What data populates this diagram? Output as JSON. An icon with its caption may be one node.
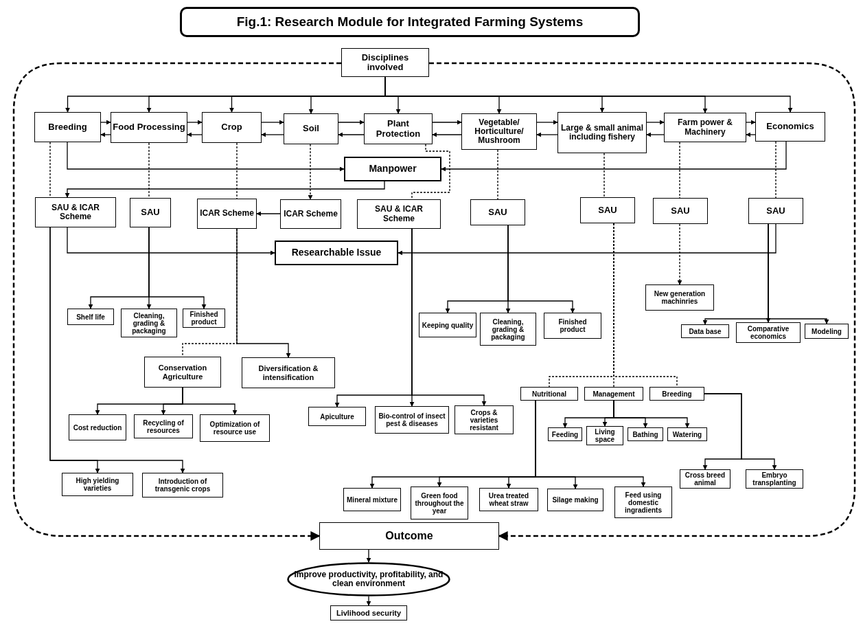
{
  "diagram": {
    "title": "Fig.1: Research Module for Integrated Farming Systems",
    "nodes": [
      {
        "text": [
          "Disciplines involved"
        ]
      },
      {
        "text": [
          "Breeding"
        ]
      },
      {
        "text": [
          "Food Processing"
        ]
      },
      {
        "text": [
          "Crop"
        ]
      },
      {
        "text": [
          "Soil"
        ]
      },
      {
        "text": [
          "Plant Protection"
        ]
      },
      {
        "text": [
          "Vegetable/ Horticulture/ Mushroom"
        ]
      },
      {
        "text": [
          "Large & small animal including fishery"
        ]
      },
      {
        "text": [
          "Farm power & Machinery"
        ]
      },
      {
        "text": [
          "Economics"
        ]
      },
      {
        "text": [
          "Manpower"
        ]
      },
      {
        "text": [
          "SAU & ICAR Scheme"
        ]
      },
      {
        "text": [
          "SAU"
        ]
      },
      {
        "text": [
          "ICAR Scheme"
        ]
      },
      {
        "text": [
          "ICAR Scheme"
        ]
      },
      {
        "text": [
          "SAU & ICAR Scheme"
        ]
      },
      {
        "text": [
          "SAU"
        ]
      },
      {
        "text": [
          "SAU"
        ]
      },
      {
        "text": [
          "SAU"
        ]
      },
      {
        "text": [
          "SAU"
        ]
      },
      {
        "text": [
          "Researchable Issue"
        ]
      },
      {
        "text": [
          "Shelf life"
        ]
      },
      {
        "text": [
          "Cleaning, grading & packaging"
        ]
      },
      {
        "text": [
          "Finished product"
        ]
      },
      {
        "text": [
          "Keeping quality"
        ]
      },
      {
        "text": [
          "Cleaning, grading & packaging"
        ]
      },
      {
        "text": [
          "Finished product"
        ]
      },
      {
        "text": [
          "New generation machinries"
        ]
      },
      {
        "text": [
          "Data base"
        ]
      },
      {
        "text": [
          "Comparative economics"
        ]
      },
      {
        "text": [
          "Modeling"
        ]
      },
      {
        "text": [
          "Conservation Agriculture"
        ]
      },
      {
        "text": [
          "Diversification & intensification"
        ]
      },
      {
        "text": [
          "Apiculture"
        ]
      },
      {
        "text": [
          "Bio-control of insect pest & diseases"
        ]
      },
      {
        "text": [
          "Crops & varieties resistant"
        ]
      },
      {
        "text": [
          "Nutritional"
        ]
      },
      {
        "text": [
          "Management"
        ]
      },
      {
        "text": [
          "Breeding"
        ]
      },
      {
        "text": [
          "Cost reduction"
        ]
      },
      {
        "text": [
          "Recycling of resources"
        ]
      },
      {
        "text": [
          "Optimization of resource use"
        ]
      },
      {
        "text": [
          "Feeding"
        ]
      },
      {
        "text": [
          "Living space"
        ]
      },
      {
        "text": [
          "Bathing"
        ]
      },
      {
        "text": [
          "Watering"
        ]
      },
      {
        "text": [
          "High yielding varieties"
        ]
      },
      {
        "text": [
          "Introduction of transgenic crops"
        ]
      },
      {
        "text": [
          "Cross breed animal"
        ]
      },
      {
        "text": [
          "Embryo transplanting"
        ]
      },
      {
        "text": [
          "Mineral mixture"
        ]
      },
      {
        "text": [
          "Green food throughout the year"
        ]
      },
      {
        "text": [
          "Urea treated wheat straw"
        ]
      },
      {
        "text": [
          "Silage making"
        ]
      },
      {
        "text": [
          "Feed using domestic ingradients"
        ]
      },
      {
        "text": [
          "Outcome"
        ]
      },
      {
        "text": [
          "Improve productivity, profitability, and clean environment"
        ]
      },
      {
        "text": [
          "Livlihood security"
        ]
      }
    ],
    "edges": [
      {
        "from": 0,
        "to": 1,
        "arrow": "to"
      },
      {
        "from": 0,
        "to": 2,
        "arrow": "to"
      },
      {
        "from": 0,
        "to": 3,
        "arrow": "to"
      },
      {
        "from": 0,
        "to": 4,
        "arrow": "to"
      },
      {
        "from": 0,
        "to": 5,
        "arrow": "to"
      },
      {
        "from": 0,
        "to": 6,
        "arrow": "to"
      },
      {
        "from": 0,
        "to": 7,
        "arrow": "to"
      },
      {
        "from": 0,
        "to": 8,
        "arrow": "to"
      },
      {
        "from": 0,
        "to": 9,
        "arrow": "to"
      },
      {
        "from": 1,
        "to": 2,
        "arrow": "to"
      },
      {
        "from": 2,
        "to": 1,
        "arrow": "to"
      },
      {
        "from": 2,
        "to": 3,
        "arrow": "to"
      },
      {
        "from": 3,
        "to": 2,
        "arrow": "to"
      },
      {
        "from": 3,
        "to": 4,
        "arrow": "to"
      },
      {
        "from": 4,
        "to": 3,
        "arrow": "to"
      },
      {
        "from": 4,
        "to": 5,
        "arrow": "to"
      },
      {
        "from": 5,
        "to": 4,
        "arrow": "to"
      },
      {
        "from": 5,
        "to": 6,
        "arrow": "to"
      },
      {
        "from": 6,
        "to": 5,
        "arrow": "to"
      },
      {
        "from": 6,
        "to": 7,
        "arrow": "to"
      },
      {
        "from": 7,
        "to": 6,
        "arrow": "to"
      },
      {
        "from": 7,
        "to": 8,
        "arrow": "to"
      },
      {
        "from": 8,
        "to": 7,
        "arrow": "to"
      },
      {
        "from": 8,
        "to": 9,
        "arrow": "to"
      },
      {
        "from": 9,
        "to": 8,
        "arrow": "to"
      },
      {
        "from": 1,
        "to": 10,
        "arrow": "to"
      },
      {
        "from": 9,
        "to": 10,
        "arrow": "to"
      },
      {
        "from": 10,
        "to": 11,
        "arrow": "to"
      },
      {
        "from": 1,
        "to": 11,
        "arrow": "none",
        "style": "dashed"
      },
      {
        "from": 2,
        "to": 12,
        "arrow": "none",
        "style": "dashed"
      },
      {
        "from": 3,
        "to": 13,
        "arrow": "none",
        "style": "dashed"
      },
      {
        "from": 4,
        "to": 14,
        "arrow": "to",
        "style": "dashed"
      },
      {
        "from": 14,
        "to": 13,
        "arrow": "to"
      },
      {
        "from": 5,
        "to": 15,
        "arrow": "none",
        "style": "dashed"
      },
      {
        "from": 6,
        "to": 16,
        "arrow": "none",
        "style": "dashed"
      },
      {
        "from": 7,
        "to": 17,
        "arrow": "none",
        "style": "dashed"
      },
      {
        "from": 8,
        "to": 18,
        "arrow": "none",
        "style": "dashed"
      },
      {
        "from": 9,
        "to": 19,
        "arrow": "none",
        "style": "dashed"
      },
      {
        "from": 11,
        "to": 20,
        "arrow": "to"
      },
      {
        "from": 19,
        "to": 20,
        "arrow": "to"
      },
      {
        "from": 12,
        "to": 21,
        "arrow": "to"
      },
      {
        "from": 12,
        "to": 22,
        "arrow": "to"
      },
      {
        "from": 12,
        "to": 23,
        "arrow": "to"
      },
      {
        "from": 16,
        "to": 24,
        "arrow": "to"
      },
      {
        "from": 16,
        "to": 25,
        "arrow": "to"
      },
      {
        "from": 16,
        "to": 26,
        "arrow": "to"
      },
      {
        "from": 18,
        "to": 27,
        "arrow": "to",
        "style": "dashed"
      },
      {
        "from": 19,
        "to": 28,
        "arrow": "to"
      },
      {
        "from": 19,
        "to": 29,
        "arrow": "to"
      },
      {
        "from": 19,
        "to": 30,
        "arrow": "to"
      },
      {
        "from": 13,
        "to": 31,
        "arrow": "none",
        "style": "dashed"
      },
      {
        "from": 13,
        "to": 32,
        "arrow": "to"
      },
      {
        "from": 15,
        "to": 33,
        "arrow": "to"
      },
      {
        "from": 15,
        "to": 34,
        "arrow": "to"
      },
      {
        "from": 15,
        "to": 35,
        "arrow": "to"
      },
      {
        "from": 17,
        "to": 36,
        "arrow": "none",
        "style": "dashed"
      },
      {
        "from": 17,
        "to": 37,
        "arrow": "none",
        "style": "dashed"
      },
      {
        "from": 17,
        "to": 38,
        "arrow": "none",
        "style": "dashed"
      },
      {
        "from": 31,
        "to": 39,
        "arrow": "to"
      },
      {
        "from": 31,
        "to": 40,
        "arrow": "to"
      },
      {
        "from": 31,
        "to": 41,
        "arrow": "to"
      },
      {
        "from": 37,
        "to": 42,
        "arrow": "to"
      },
      {
        "from": 37,
        "to": 43,
        "arrow": "to"
      },
      {
        "from": 37,
        "to": 44,
        "arrow": "to"
      },
      {
        "from": 37,
        "to": 45,
        "arrow": "to"
      },
      {
        "from": 11,
        "to": 46,
        "arrow": "to"
      },
      {
        "from": 11,
        "to": 47,
        "arrow": "to"
      },
      {
        "from": 38,
        "to": 48,
        "arrow": "to"
      },
      {
        "from": 38,
        "to": 49,
        "arrow": "to"
      },
      {
        "from": 36,
        "to": 50,
        "arrow": "to"
      },
      {
        "from": 36,
        "to": 51,
        "arrow": "to"
      },
      {
        "from": 36,
        "to": 52,
        "arrow": "to"
      },
      {
        "from": 36,
        "to": 53,
        "arrow": "to"
      },
      {
        "from": 36,
        "to": 54,
        "arrow": "to"
      },
      {
        "from": 0,
        "to": 55,
        "arrow": "to",
        "style": "dashed"
      },
      {
        "from": 0,
        "to": 55,
        "arrow": "to",
        "style": "dashed"
      },
      {
        "from": 55,
        "to": 56,
        "arrow": "to"
      },
      {
        "from": 56,
        "to": 57,
        "arrow": "to"
      }
    ]
  }
}
